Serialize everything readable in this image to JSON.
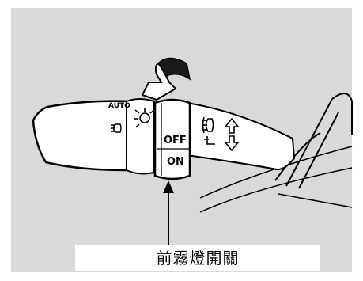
{
  "illustration": {
    "background_color": "#d9d9d9",
    "ink_color": "#000000",
    "lever_color": "#ffffff"
  },
  "symbols": {
    "auto_label": "AUTO",
    "off_label": "OFF",
    "on_label": "ON",
    "headlight_icon": "headlight-icon",
    "parking_light_icon": "parking-light-icon",
    "front_fog_icon": "front-fog-light-icon",
    "rear_fog_icon": "rear-fog-light-icon",
    "rotate_arrow_icon": "curved-rotation-arrow-icon",
    "up_down_arrows_icon": "up-down-arrows-icon"
  },
  "callout": {
    "label": "前霧燈開關"
  }
}
